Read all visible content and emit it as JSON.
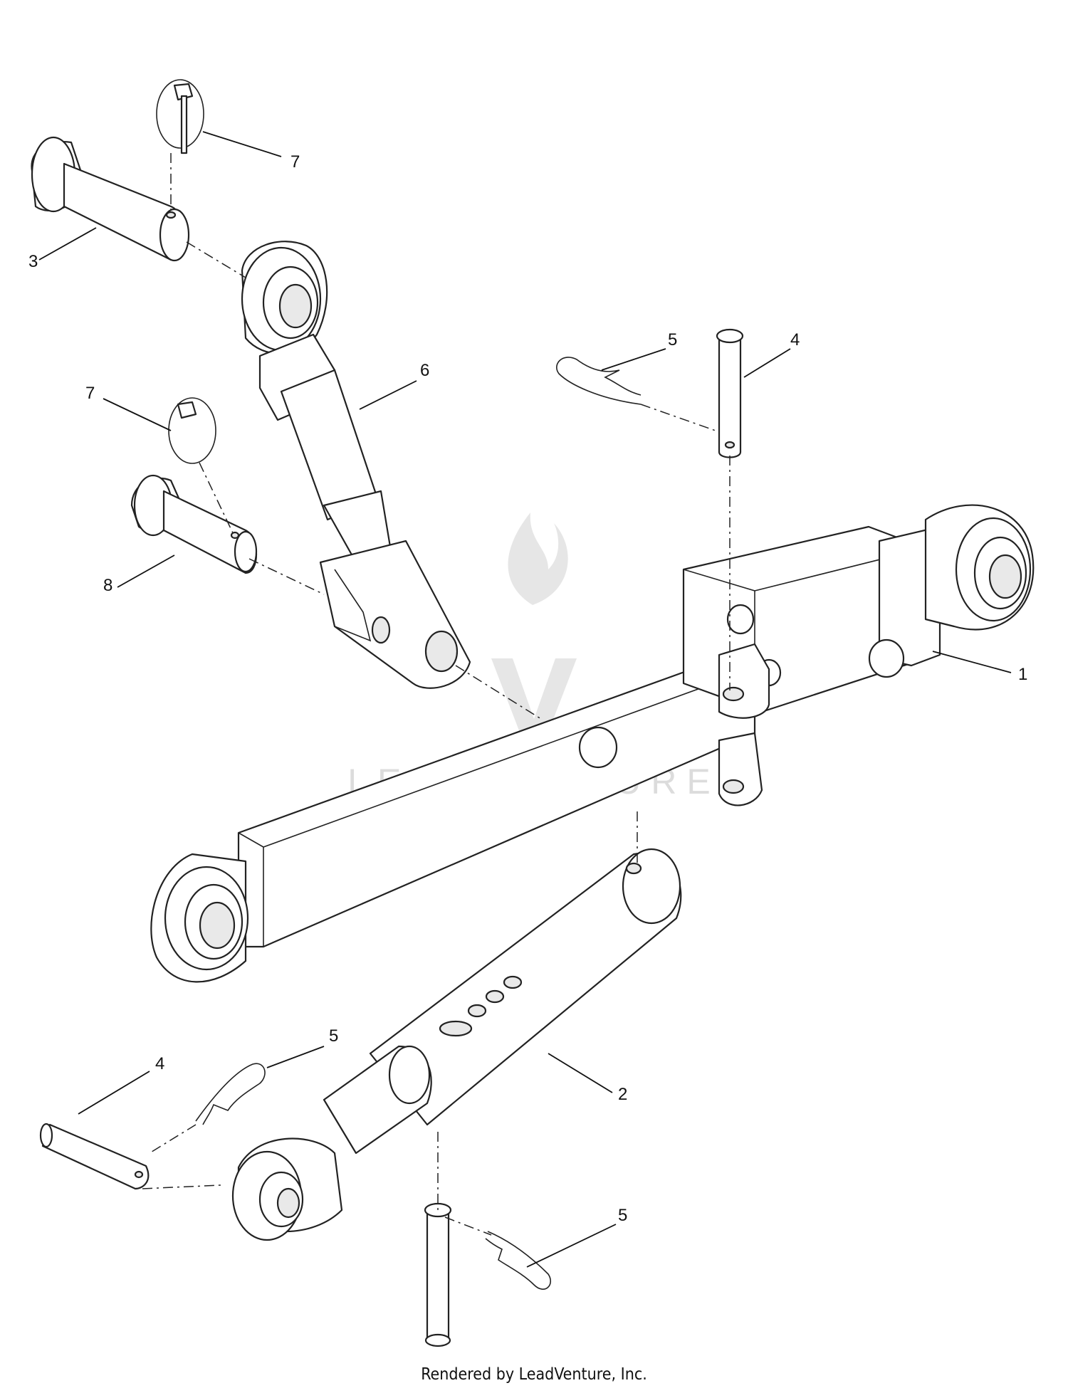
{
  "callouts": [
    {
      "id": "c1",
      "label": "1"
    },
    {
      "id": "c2",
      "label": "2"
    },
    {
      "id": "c3",
      "label": "3"
    },
    {
      "id": "c4a",
      "label": "4"
    },
    {
      "id": "c4b",
      "label": "4"
    },
    {
      "id": "c5a",
      "label": "5"
    },
    {
      "id": "c5b",
      "label": "5"
    },
    {
      "id": "c5c",
      "label": "5"
    },
    {
      "id": "c6",
      "label": "6"
    },
    {
      "id": "c7a",
      "label": "7"
    },
    {
      "id": "c7b",
      "label": "7"
    },
    {
      "id": "c8",
      "label": "8"
    }
  ],
  "watermark": {
    "text": "LEADVENTURE"
  },
  "footer": {
    "text": "Rendered by LeadVenture, Inc."
  },
  "colors": {
    "line": "#222222",
    "watermark": "#dcdcdc"
  },
  "icons": {
    "watermark_logo": "flame-v-logo-icon"
  }
}
